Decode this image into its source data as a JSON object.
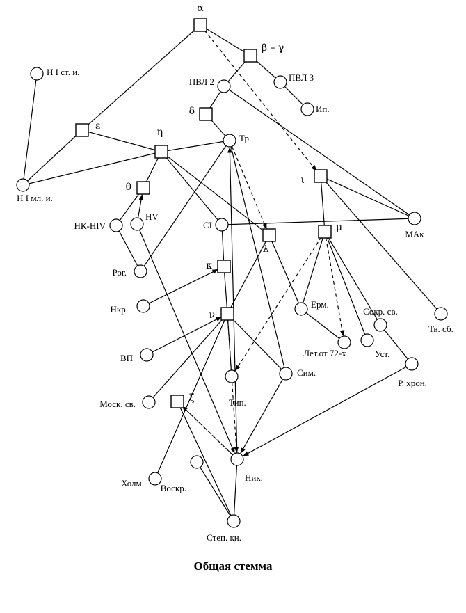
{
  "caption": "Общая стемма",
  "nodes": {
    "alpha": {
      "label": "α",
      "shape": "square"
    },
    "betagamma": {
      "label": "β – γ",
      "shape": "square"
    },
    "pvl2": {
      "label": "ПВЛ 2",
      "shape": "circle"
    },
    "pvl3": {
      "label": "ПВЛ 3",
      "shape": "circle"
    },
    "ip": {
      "label": "Ип.",
      "shape": "circle"
    },
    "delta": {
      "label": "δ",
      "shape": "square"
    },
    "tr": {
      "label": "Тр.",
      "shape": "circle"
    },
    "n1st": {
      "label": "Н I ст. и.",
      "shape": "circle"
    },
    "epsilon": {
      "label": "ε",
      "shape": "square"
    },
    "eta": {
      "label": "η",
      "shape": "square"
    },
    "n1ml": {
      "label": "Н I мл. и.",
      "shape": "circle"
    },
    "theta": {
      "label": "θ",
      "shape": "square"
    },
    "nkhiv": {
      "label": "НК-НIV",
      "shape": "circle"
    },
    "hv": {
      "label": "НV",
      "shape": "circle"
    },
    "ci": {
      "label": "CI",
      "shape": "circle"
    },
    "lambda": {
      "label": "λ",
      "shape": "square"
    },
    "iota": {
      "label": "ι",
      "shape": "square"
    },
    "mu": {
      "label": "μ",
      "shape": "square"
    },
    "mak": {
      "label": "МАк",
      "shape": "circle"
    },
    "rog": {
      "label": "Рог.",
      "shape": "circle"
    },
    "kappa": {
      "label": "κ",
      "shape": "square"
    },
    "nkr": {
      "label": "Нкр.",
      "shape": "circle"
    },
    "nu": {
      "label": "ν",
      "shape": "square"
    },
    "erm": {
      "label": "Ерм.",
      "shape": "circle"
    },
    "sokr": {
      "label": "Сокр. св.",
      "shape": "circle"
    },
    "tvsb": {
      "label": "Тв. сб.",
      "shape": "circle"
    },
    "vp": {
      "label": "ВП",
      "shape": "circle"
    },
    "let72": {
      "label": "Лет.от 72-х",
      "shape": "circle"
    },
    "ust": {
      "label": "Уст.",
      "shape": "circle"
    },
    "rkhron": {
      "label": "Р. хрон.",
      "shape": "circle"
    },
    "sim": {
      "label": "Сим.",
      "shape": "circle"
    },
    "tip": {
      "label": "Тип.",
      "shape": "circle"
    },
    "mosk": {
      "label": "Моск. св.",
      "shape": "circle"
    },
    "xi": {
      "label": "ξ",
      "shape": "square"
    },
    "nik": {
      "label": "Ник.",
      "shape": "circle"
    },
    "kholm": {
      "label": "Холм.",
      "shape": "circle"
    },
    "voskr": {
      "label": "Воскр.",
      "shape": "circle"
    },
    "step": {
      "label": "Степ. кн.",
      "shape": "circle"
    }
  },
  "edges": [
    {
      "from": "alpha",
      "to": "betagamma",
      "style": "solid"
    },
    {
      "from": "alpha",
      "to": "epsilon",
      "style": "solid"
    },
    {
      "from": "alpha",
      "to": "iota",
      "style": "dashed",
      "arrow": true
    },
    {
      "from": "betagamma",
      "to": "pvl2",
      "style": "solid"
    },
    {
      "from": "betagamma",
      "to": "pvl3",
      "style": "solid"
    },
    {
      "from": "pvl3",
      "to": "ip",
      "style": "solid"
    },
    {
      "from": "pvl2",
      "to": "delta",
      "style": "solid"
    },
    {
      "from": "pvl2",
      "to": "mak",
      "style": "solid"
    },
    {
      "from": "delta",
      "to": "tr",
      "style": "solid"
    },
    {
      "from": "n1st",
      "to": "n1ml",
      "style": "solid"
    },
    {
      "from": "epsilon",
      "to": "n1ml",
      "style": "solid"
    },
    {
      "from": "epsilon",
      "to": "eta",
      "style": "solid"
    },
    {
      "from": "eta",
      "to": "n1ml",
      "style": "solid"
    },
    {
      "from": "tr",
      "to": "eta",
      "style": "solid"
    },
    {
      "from": "eta",
      "to": "theta",
      "style": "solid"
    },
    {
      "from": "eta",
      "to": "ci",
      "style": "solid"
    },
    {
      "from": "eta",
      "to": "lambda",
      "style": "solid"
    },
    {
      "from": "theta",
      "to": "nkhiv",
      "style": "solid"
    },
    {
      "from": "hv",
      "to": "theta",
      "style": "solid",
      "arrow": true
    },
    {
      "from": "nkhiv",
      "to": "rog",
      "style": "solid"
    },
    {
      "from": "rog",
      "to": "tr",
      "style": "solid"
    },
    {
      "from": "tr",
      "to": "lambda",
      "style": "dashed",
      "arrow": true
    },
    {
      "from": "ci",
      "to": "mak",
      "style": "solid"
    },
    {
      "from": "iota",
      "to": "mak",
      "style": "solid"
    },
    {
      "from": "iota",
      "to": "mu",
      "style": "solid"
    },
    {
      "from": "iota",
      "to": "tvsb",
      "style": "solid"
    },
    {
      "from": "ci",
      "to": "kappa",
      "style": "solid"
    },
    {
      "from": "kappa",
      "to": "nu",
      "style": "solid"
    },
    {
      "from": "nkr",
      "to": "kappa",
      "style": "solid",
      "arrow": true
    },
    {
      "from": "lambda",
      "to": "nu",
      "style": "solid"
    },
    {
      "from": "lambda",
      "to": "erm",
      "style": "solid"
    },
    {
      "from": "mu",
      "to": "erm",
      "style": "solid"
    },
    {
      "from": "mu",
      "to": "let72",
      "style": "dashed",
      "arrow": true
    },
    {
      "from": "mu",
      "to": "ust",
      "style": "solid"
    },
    {
      "from": "mu",
      "to": "sokr",
      "style": "solid"
    },
    {
      "from": "mu",
      "to": "tip",
      "style": "dashed",
      "arrow": true
    },
    {
      "from": "erm",
      "to": "let72",
      "style": "solid"
    },
    {
      "from": "sokr",
      "to": "rkhron",
      "style": "solid"
    },
    {
      "from": "vp",
      "to": "nu",
      "style": "solid",
      "arrow": true
    },
    {
      "from": "nu",
      "to": "tip",
      "style": "solid"
    },
    {
      "from": "nu",
      "to": "sim",
      "style": "solid"
    },
    {
      "from": "nu",
      "to": "mosk",
      "style": "solid"
    },
    {
      "from": "nu",
      "to": "kholm",
      "style": "solid"
    },
    {
      "from": "nu",
      "to": "nik",
      "style": "dashed",
      "arrow": true
    },
    {
      "from": "nik",
      "to": "tr",
      "style": "solid",
      "arrow": true
    },
    {
      "from": "hv",
      "to": "nik",
      "style": "solid",
      "arrow": true
    },
    {
      "from": "tr",
      "to": "sim",
      "style": "solid"
    },
    {
      "from": "sim",
      "to": "nik",
      "style": "solid",
      "arrow": true
    },
    {
      "from": "rkhron",
      "to": "nik",
      "style": "solid",
      "arrow": true
    },
    {
      "from": "xi",
      "to": "nik",
      "style": "dashed"
    },
    {
      "from": "nik",
      "to": "xi",
      "style": "dashed",
      "arrow": true
    },
    {
      "from": "xi",
      "to": "step",
      "style": "solid"
    },
    {
      "from": "voskr",
      "to": "step",
      "style": "solid"
    },
    {
      "from": "nik",
      "to": "step",
      "style": "solid"
    }
  ]
}
